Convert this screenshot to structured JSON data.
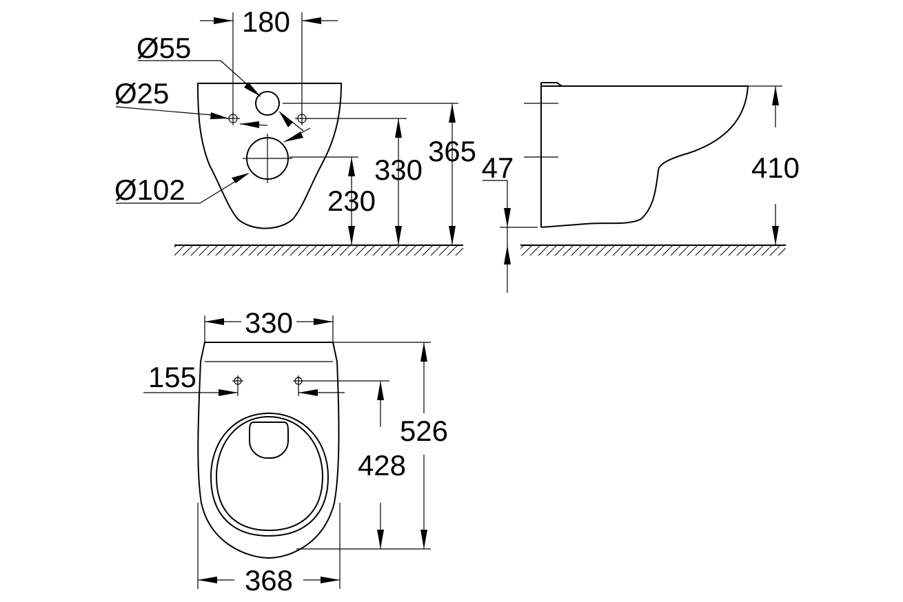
{
  "front_view": {
    "dim_width_top": "180",
    "dim_d55": "Ø55",
    "dim_d25": "Ø25",
    "dim_d102": "Ø102",
    "dim_230": "230",
    "dim_330": "330",
    "dim_365": "365"
  },
  "side_view": {
    "dim_47": "47",
    "dim_410": "410"
  },
  "top_view": {
    "dim_330": "330",
    "dim_155": "155",
    "dim_526": "526",
    "dim_428": "428",
    "dim_368": "368"
  }
}
